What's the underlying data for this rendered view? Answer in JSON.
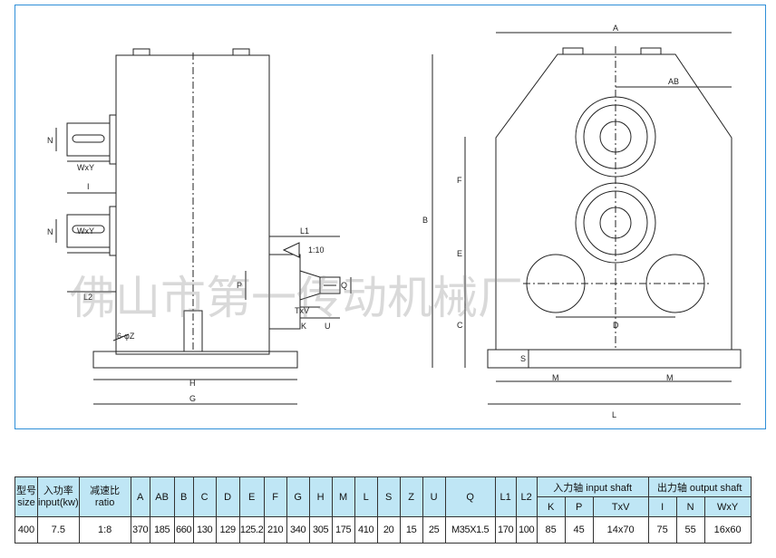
{
  "drawing": {
    "labels": {
      "A": "A",
      "AB": "AB",
      "B": "B",
      "C": "C",
      "E": "E",
      "F": "F",
      "D": "D",
      "M": "M",
      "L": "L",
      "S": "S",
      "G": "G",
      "H": "H",
      "L1": "L1",
      "L2": "L2",
      "taper": "1:10",
      "Q": "Q",
      "P": "P",
      "K": "K",
      "U": "U",
      "TxV": "TxV",
      "WxY": "WxY",
      "I": "I",
      "N": "N",
      "Z": "6-φZ"
    },
    "watermark": "佛山市第一传动机械厂"
  },
  "table": {
    "headers": {
      "model": [
        "型号",
        "size"
      ],
      "input": [
        "入功率",
        "input(kw)"
      ],
      "ratio": [
        "减速比",
        "ratio"
      ],
      "cols": [
        "A",
        "AB",
        "B",
        "C",
        "D",
        "E",
        "F",
        "G",
        "H",
        "M",
        "L",
        "S",
        "Z",
        "U",
        "Q",
        "L1",
        "L2"
      ],
      "input_shaft": "入力轴 input shaft",
      "input_shaft_cols": [
        "K",
        "P",
        "TxV"
      ],
      "output_shaft": "出力轴 output shaft",
      "output_shaft_cols": [
        "I",
        "N",
        "WxY"
      ]
    },
    "row": {
      "model": "400",
      "input": "7.5",
      "ratio": "1:8",
      "values": [
        "370",
        "185",
        "660",
        "130",
        "129",
        "125.2",
        "210",
        "340",
        "305",
        "175",
        "410",
        "20",
        "15",
        "25",
        "M35X1.5",
        "170",
        "100"
      ],
      "input_shaft": [
        "85",
        "45",
        "14x70"
      ],
      "output_shaft": [
        "75",
        "55",
        "16x60"
      ]
    }
  },
  "colors": {
    "frame": "#2f8fd8",
    "header_bg": "#bfe6f5"
  }
}
